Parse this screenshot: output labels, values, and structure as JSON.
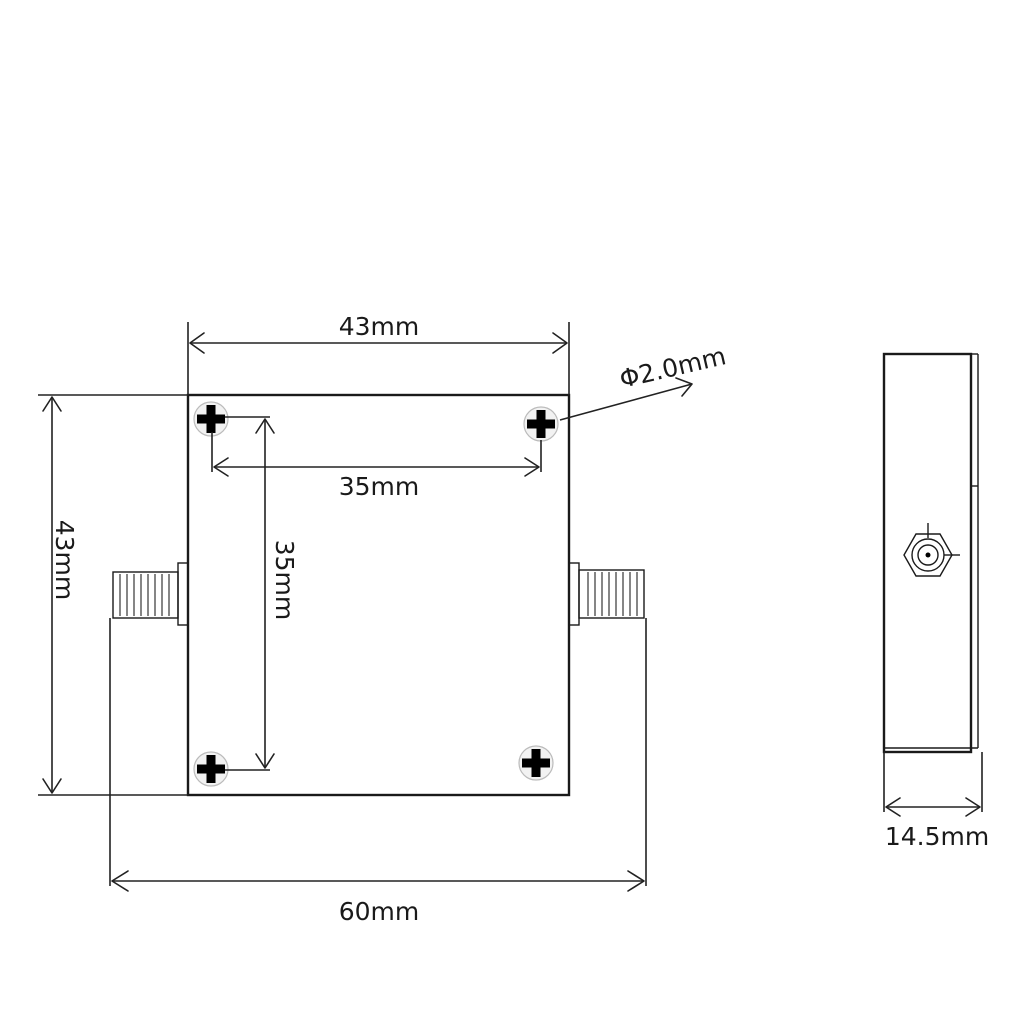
{
  "diagram": {
    "labels": {
      "top_width": "43mm",
      "hole_diameter": "Φ2.0mm",
      "hole_spacing_horizontal": "35mm",
      "left_height": "43mm",
      "hole_spacing_vertical": "35mm",
      "overall_length": "60mm",
      "side_thickness": "14.5mm"
    },
    "colors": {
      "line": "#1a1a1a",
      "background": "#ffffff"
    },
    "icons": {
      "screw": "cross-screw-icon",
      "connector": "sma-connector-icon"
    }
  }
}
